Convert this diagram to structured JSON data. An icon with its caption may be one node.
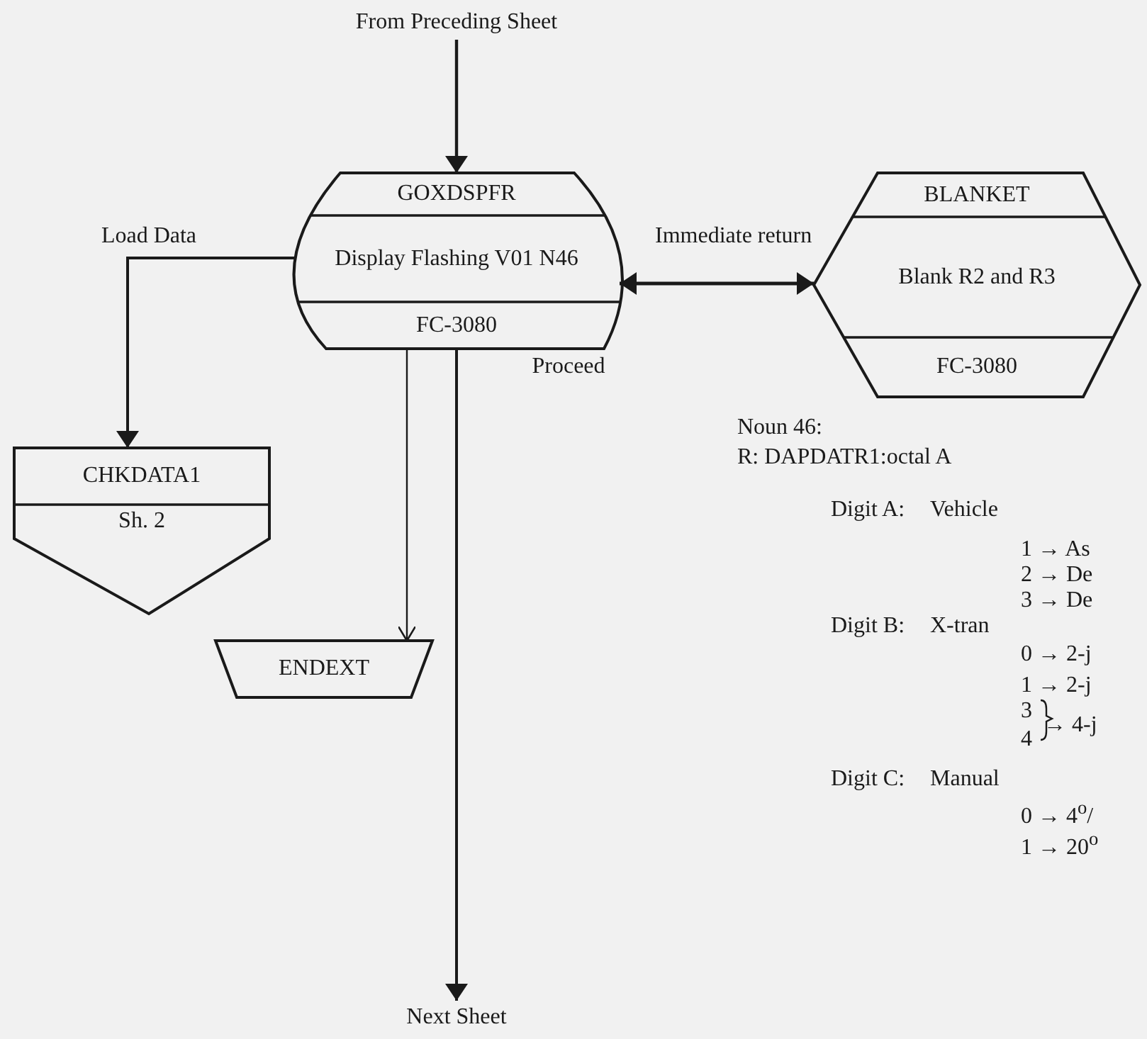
{
  "diagram": {
    "nodes": [
      {
        "text": [
          "From Preceding Sheet"
        ]
      },
      {
        "text": [
          "GOXDSPFR",
          "Display Flashing V01 N46",
          "FC-3080"
        ]
      },
      {
        "text": [
          "BLANKET",
          "Blank R2 and R3",
          "FC-3080"
        ]
      },
      {
        "text": [
          "CHKDATA1",
          "Sh. 2"
        ]
      },
      {
        "text": [
          "ENDEXT"
        ]
      },
      {
        "text": [
          "Next Sheet"
        ]
      }
    ],
    "edges": [
      {
        "from": 0,
        "to": 1,
        "arrow": "to"
      },
      {
        "from": 1,
        "to": 2,
        "arrow": "both",
        "label": "Immediate return"
      },
      {
        "from": 1,
        "to": 3,
        "arrow": "to",
        "label": "Load Data"
      },
      {
        "from": 1,
        "to": 4,
        "arrow": "to"
      },
      {
        "from": 1,
        "to": 5,
        "arrow": "to",
        "label": "Proceed"
      }
    ],
    "labels": [
      "Noun 46:",
      "R: DAPDATR1:octal A",
      "Digit A:",
      "Vehicle",
      "1 → As",
      "2 → De",
      "3 → De",
      "Digit B:",
      "X-tran",
      "0 → 2-j",
      "1 → 2-j",
      "3",
      "4",
      "→ 4-j",
      "Digit C:",
      "Manual",
      "0 → 4$^{o}$/",
      "1 → 20$^{o}$"
    ]
  }
}
